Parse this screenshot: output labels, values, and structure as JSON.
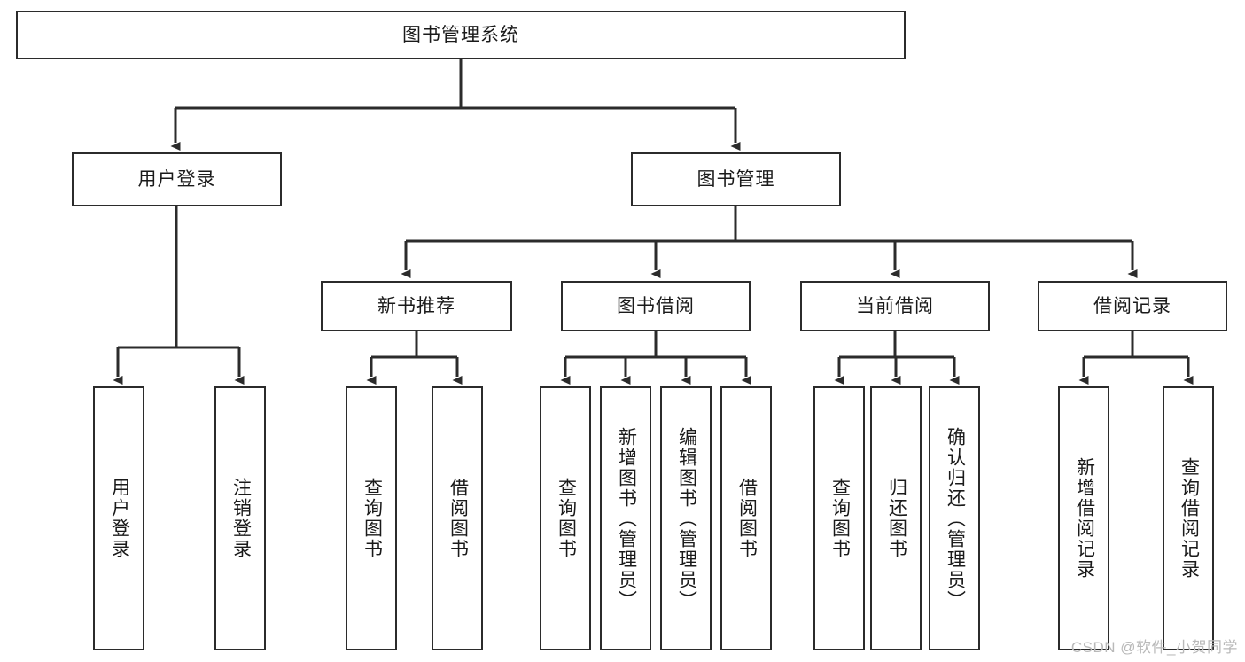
{
  "diagram": {
    "type": "tree",
    "title": "图书管理系统",
    "colors": {
      "stroke": "#2b2b2b",
      "box_fill": "#ffffff",
      "text": "#1a1a1a",
      "watermark": "#b9b9b9",
      "background": "#ffffff"
    },
    "root": {
      "label": "图书管理系统"
    },
    "level2": [
      {
        "id": "user-login",
        "label": "用户登录"
      },
      {
        "id": "book-manage",
        "label": "图书管理"
      }
    ],
    "level3": [
      {
        "id": "new-book-recommend",
        "label": "新书推荐",
        "parent": "book-manage"
      },
      {
        "id": "book-borrow",
        "label": "图书借阅",
        "parent": "book-manage"
      },
      {
        "id": "current-borrow",
        "label": "当前借阅",
        "parent": "book-manage"
      },
      {
        "id": "borrow-record",
        "label": "借阅记录",
        "parent": "book-manage"
      }
    ],
    "leaves": [
      {
        "id": "leaf-user-login",
        "label": "用户登录",
        "parent": "user-login"
      },
      {
        "id": "leaf-logout-login",
        "label": "注销登录",
        "parent": "user-login"
      },
      {
        "id": "leaf-query-book-1",
        "label": "查询图书",
        "parent": "new-book-recommend"
      },
      {
        "id": "leaf-borrow-book-1",
        "label": "借阅图书",
        "parent": "new-book-recommend"
      },
      {
        "id": "leaf-query-book-2",
        "label": "查询图书",
        "parent": "book-borrow"
      },
      {
        "id": "leaf-add-book",
        "label": "新增图书（管理员）",
        "parent": "book-borrow"
      },
      {
        "id": "leaf-edit-book",
        "label": "编辑图书（管理员）",
        "parent": "book-borrow"
      },
      {
        "id": "leaf-borrow-book-2",
        "label": "借阅图书",
        "parent": "book-borrow"
      },
      {
        "id": "leaf-query-book-3",
        "label": "查询图书",
        "parent": "current-borrow"
      },
      {
        "id": "leaf-return-book",
        "label": "归还图书",
        "parent": "current-borrow"
      },
      {
        "id": "leaf-confirm-return",
        "label": "确认归还（管理员）",
        "parent": "current-borrow"
      },
      {
        "id": "leaf-add-record",
        "label": "新增借阅记录",
        "parent": "borrow-record"
      },
      {
        "id": "leaf-query-record",
        "label": "查询借阅记录",
        "parent": "borrow-record"
      }
    ]
  },
  "watermark": {
    "text": "CSDN @软件_小贺同学"
  }
}
